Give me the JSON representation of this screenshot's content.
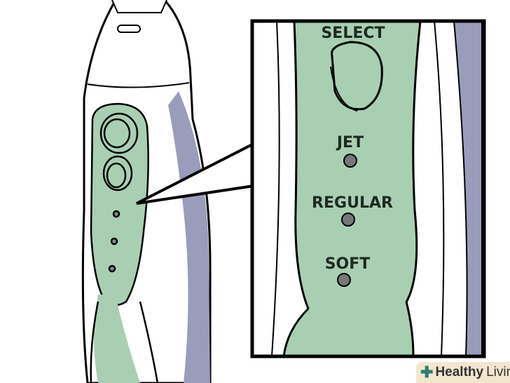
{
  "labels": {
    "select": "SELECT",
    "jet": "JET",
    "regular": "REGULAR",
    "soft": "SOFT"
  },
  "watermark": {
    "brand_bold": "Healthy",
    "brand_light": "Living"
  },
  "colors": {
    "green": "#a9cfb2",
    "purple": "#9a9cbc",
    "outline": "#000000",
    "body": "#ffffff"
  }
}
